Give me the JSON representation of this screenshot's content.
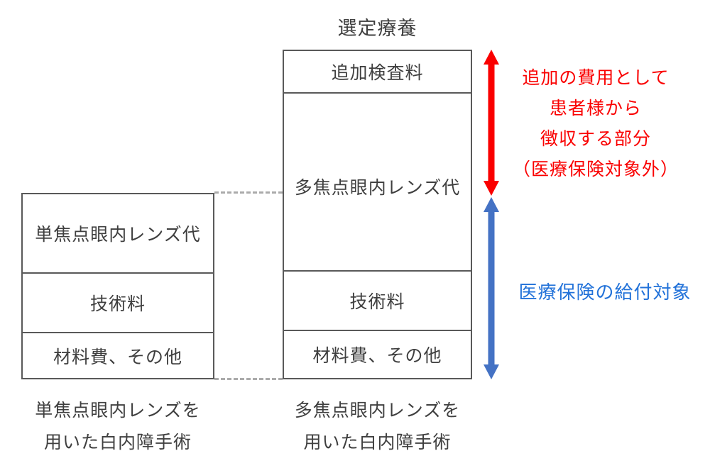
{
  "title": "選定療養",
  "colors": {
    "box_border": "#595959",
    "text_gray": "#3f3f3f",
    "dashed_line": "#ababab",
    "red": "#fa0000",
    "blue_arrow": "#4472c4",
    "blue_text": "#2272d9"
  },
  "left_box": {
    "sections": [
      {
        "label": "単焦点眼内レンズ代"
      },
      {
        "label": "技術料"
      },
      {
        "label": "材料費、その他"
      }
    ],
    "caption": {
      "line1": "単焦点眼内レンズを",
      "line2": "用いた白内障手術"
    }
  },
  "right_box": {
    "sections": [
      {
        "label": "追加検査料"
      },
      {
        "label": "多焦点眼内レンズ代"
      },
      {
        "label": "技術料"
      },
      {
        "label": "材料費、その他"
      }
    ],
    "caption": {
      "line1": "多焦点眼内レンズを",
      "line2": "用いた白内障手術"
    }
  },
  "annotations": {
    "red_note": {
      "line1": "追加の費用として",
      "line2": "患者様から",
      "line3": "徴収する部分",
      "line4": "（医療保険対象外）"
    },
    "blue_note": "医療保険の給付対象"
  }
}
